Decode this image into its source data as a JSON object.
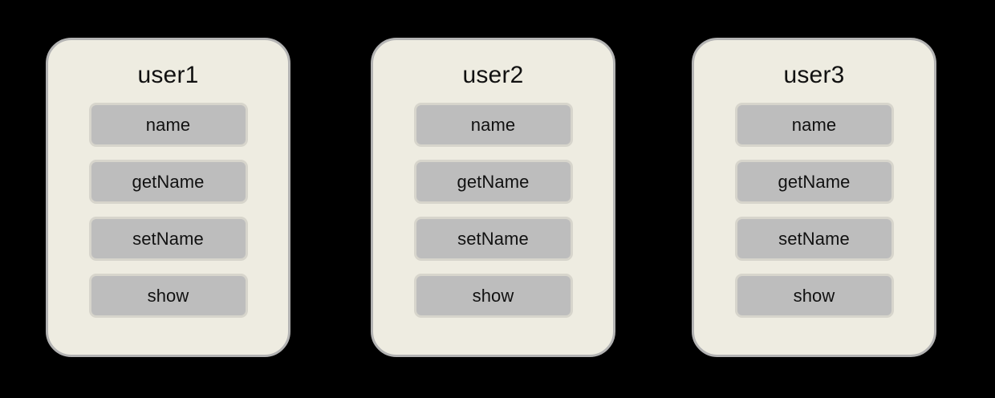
{
  "diagram": {
    "type": "object-instance-diagram",
    "background_color": "#000000",
    "card_fill_color": "#EEECE1",
    "card_border_color": "#B3B3B3",
    "member_fill_color": "#BDBDBD",
    "member_border_color": "#D7D5CC",
    "text_color": "#111111",
    "cards": [
      {
        "title": "user1",
        "members": [
          {
            "label": "name"
          },
          {
            "label": "getName"
          },
          {
            "label": "setName"
          },
          {
            "label": "show"
          }
        ]
      },
      {
        "title": "user2",
        "members": [
          {
            "label": "name"
          },
          {
            "label": "getName"
          },
          {
            "label": "setName"
          },
          {
            "label": "show"
          }
        ]
      },
      {
        "title": "user3",
        "members": [
          {
            "label": "name"
          },
          {
            "label": "getName"
          },
          {
            "label": "setName"
          },
          {
            "label": "show"
          }
        ]
      }
    ]
  }
}
